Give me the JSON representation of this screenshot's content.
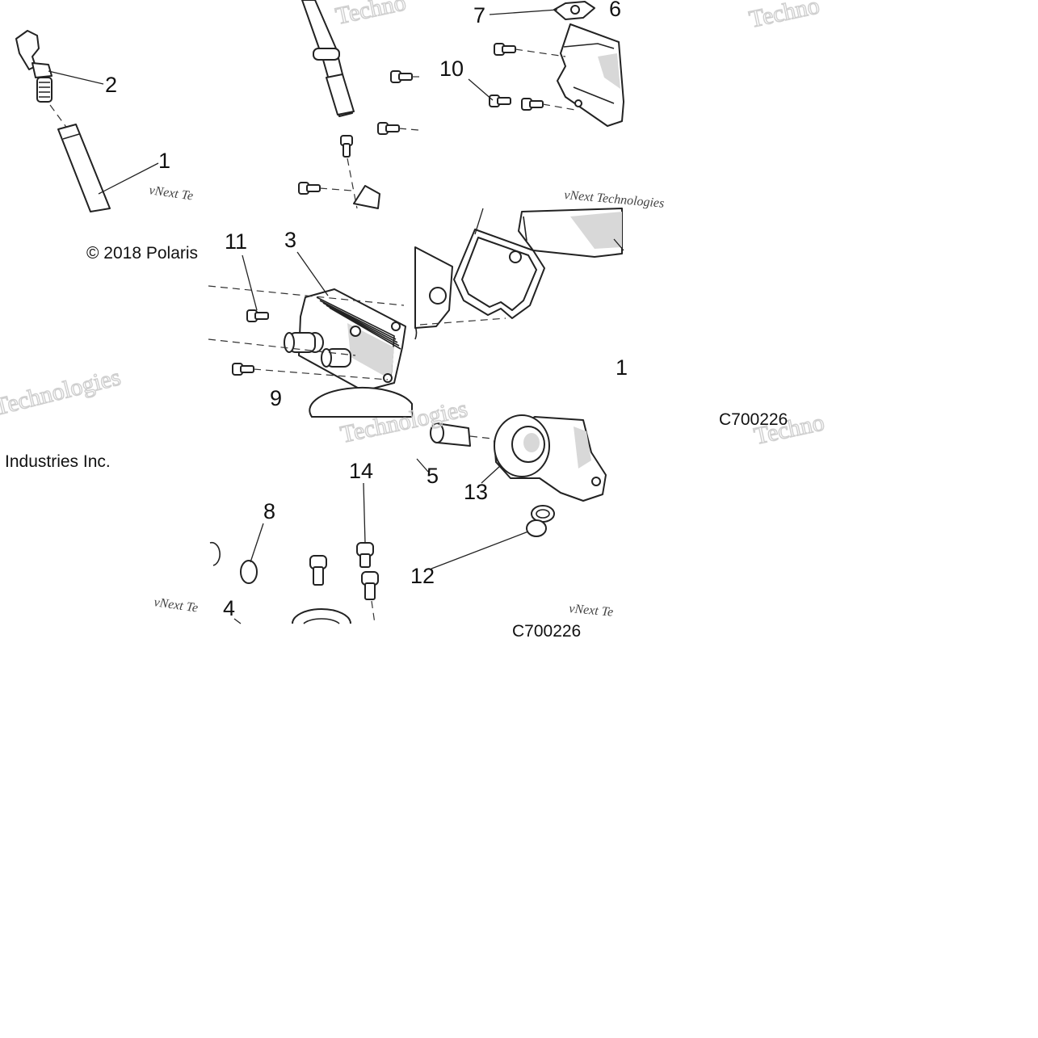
{
  "diagram": {
    "copyright_line1": "© 2018 Polaris",
    "copyright_line2": "Industries Inc.",
    "drawing_code_1": "C700226",
    "drawing_code_2": "C700226",
    "watermark_company": "vNext Technologies",
    "watermark_a": "Techno",
    "watermark_b": "Technologies",
    "watermark_c": "vNext Te",
    "callouts": [
      "1",
      "2",
      "3",
      "4",
      "5",
      "6",
      "7",
      "8",
      "9",
      "10",
      "11",
      "12",
      "13",
      "14"
    ]
  }
}
